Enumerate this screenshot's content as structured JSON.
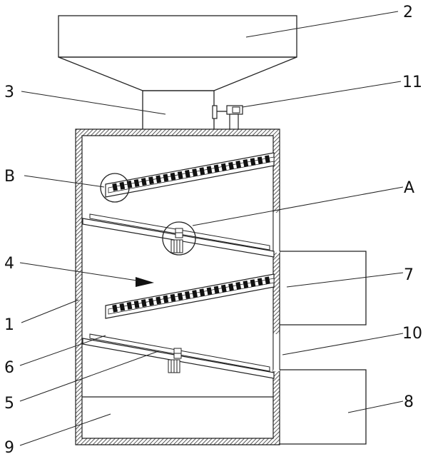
{
  "labels": {
    "l1": "1",
    "l2": "2",
    "l3": "3",
    "l4": "4",
    "l5": "5",
    "l6": "6",
    "l7": "7",
    "l8": "8",
    "l9": "9",
    "l10": "10",
    "l11": "11",
    "lA": "A",
    "lB": "B"
  }
}
